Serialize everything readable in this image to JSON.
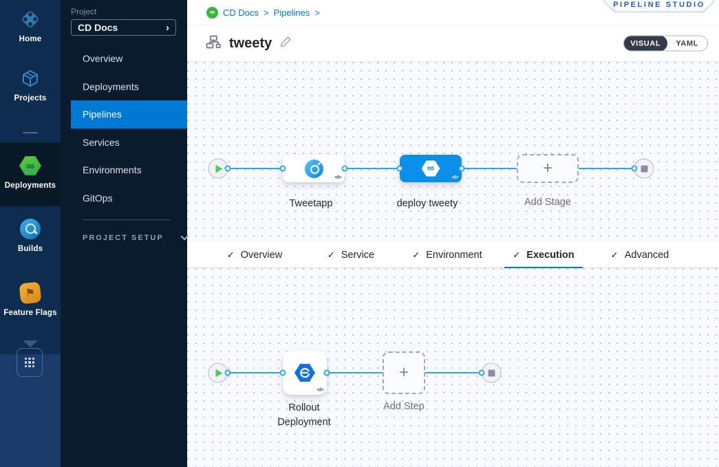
{
  "nav_rail": {
    "items": [
      {
        "label": "Home"
      },
      {
        "label": "Projects"
      },
      {
        "label": "Deployments",
        "selected": true
      },
      {
        "label": "Builds"
      },
      {
        "label": "Feature Flags"
      }
    ]
  },
  "sidebar": {
    "project_label": "Project",
    "project_name": "CD Docs",
    "menu": [
      "Overview",
      "Deployments",
      "Pipelines",
      "Services",
      "Environments",
      "GitOps"
    ],
    "active_menu": "Pipelines",
    "project_setup_label": "PROJECT SETUP"
  },
  "header": {
    "breadcrumb": {
      "items": [
        "CD Docs",
        "Pipelines"
      ],
      "separator": ">"
    },
    "studio_badge": "PIPELINE STUDIO",
    "title": "tweety",
    "toggle": {
      "visual": "VISUAL",
      "yaml": "YAML",
      "selected": "VISUAL"
    }
  },
  "pipeline": {
    "stages": [
      {
        "name": "Tweetapp",
        "type": "build"
      },
      {
        "name": "deploy tweety",
        "type": "deploy",
        "selected": true
      }
    ],
    "add_stage_label": "Add Stage",
    "code_badge": "</>"
  },
  "tabs": {
    "check": "✓",
    "items": [
      {
        "label": "Overview",
        "checked": true
      },
      {
        "label": "Service",
        "checked": true
      },
      {
        "label": "Environment",
        "checked": true
      },
      {
        "label": "Execution",
        "checked": true,
        "active": true
      },
      {
        "label": "Advanced",
        "checked": true
      }
    ]
  },
  "execution": {
    "steps": [
      {
        "name": "Rollout Deployment"
      }
    ],
    "add_step_label": "Add Step",
    "code_badge": "</>"
  },
  "icons": {
    "infinity": "∞",
    "flag": "⚑",
    "plus": "+",
    "chevron_right": "›"
  },
  "colors": {
    "accent": "#0278D5",
    "edge_blue": "#2BA7E9",
    "selected_stage": "#0A90E8",
    "active_menu_bg": "#0278D5",
    "rail_bg": "#0E2C50",
    "sidebar_bg": "#0A1B2E",
    "badge_text": "#2356C4"
  }
}
